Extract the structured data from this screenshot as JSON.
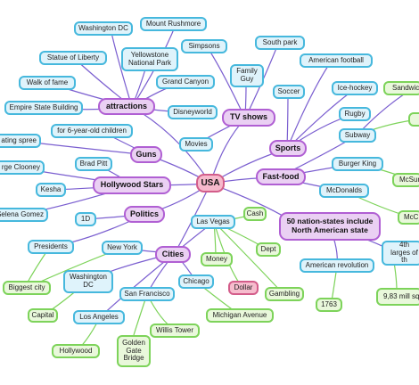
{
  "center": "USA",
  "categories": {
    "attractions": "attractions",
    "tv_shows": "TV shows",
    "sports": "Sports",
    "fast_food": "Fast-food",
    "guns": "Guns",
    "hollywood_stars": "Hollywood Stars",
    "politics": "Politics",
    "cities": "Cities",
    "nation_states": "50 nation-states include North American state"
  },
  "attractions": {
    "washington_dc": "Washington DC",
    "mount_rushmore": "Mount Rushmore",
    "statue_of_liberty": "Statue of Liberty",
    "yellowstone": "Yellowstone National Park",
    "walk_of_fame": "Walk of fame",
    "grand_canyon": "Grand Canyon",
    "empire_state": "Empire State Building",
    "disneyworld": "Disneyworld"
  },
  "tv_shows": {
    "simpsons": "Simpsons",
    "south_park": "South park",
    "family_guy": "Family Guy",
    "movies": "Movies"
  },
  "sports": {
    "american_football": "American football",
    "soccer": "Soccer",
    "ice_hockey": "Ice-hockey",
    "rugby": "Rugby"
  },
  "fast_food": {
    "subway": "Subway",
    "sandwich": "Sandwic",
    "burger_king": "Burger King",
    "mcdonalds": "McDonalds",
    "mcsur": "McSur",
    "mcch": "McCh"
  },
  "guns": {
    "kids": "for 6-year-old children",
    "spree": "ating spree"
  },
  "hollywood": {
    "brad_pitt": "Brad Pitt",
    "clooney": "rge Clooney",
    "kesha": "Kesha",
    "selena": "Selena Gomez"
  },
  "politics": {
    "one_d": "1D",
    "presidents": "Presidents"
  },
  "cities": {
    "las_vegas": "Las Vegas",
    "cash": "Cash",
    "money": "Money",
    "dept": "Dept",
    "dollar": "Dollar",
    "gambling": "Gambling",
    "new_york": "New York",
    "biggest_city": "Biggest city",
    "washington_dc": "Washington DC",
    "capital": "Capital",
    "chicago": "Chicago",
    "michigan_avenue": "Michigan Avenue",
    "san_francisco": "San Francisco",
    "willis_tower": "Willis Tower",
    "los_angeles": "Los Angeles",
    "golden_gate": "Golden Gate Bridge",
    "hollywood": "Hollywood"
  },
  "nation": {
    "american_revolution": "American revolution",
    "year": "1763",
    "fourth_largest": "4th larges of th",
    "population": "9,83 mill sq"
  },
  "colors": {
    "center": "#f6b9cc",
    "category": "#ead0f3",
    "leaf_blue": "#dff3fb",
    "leaf_green": "#e9f8db"
  }
}
